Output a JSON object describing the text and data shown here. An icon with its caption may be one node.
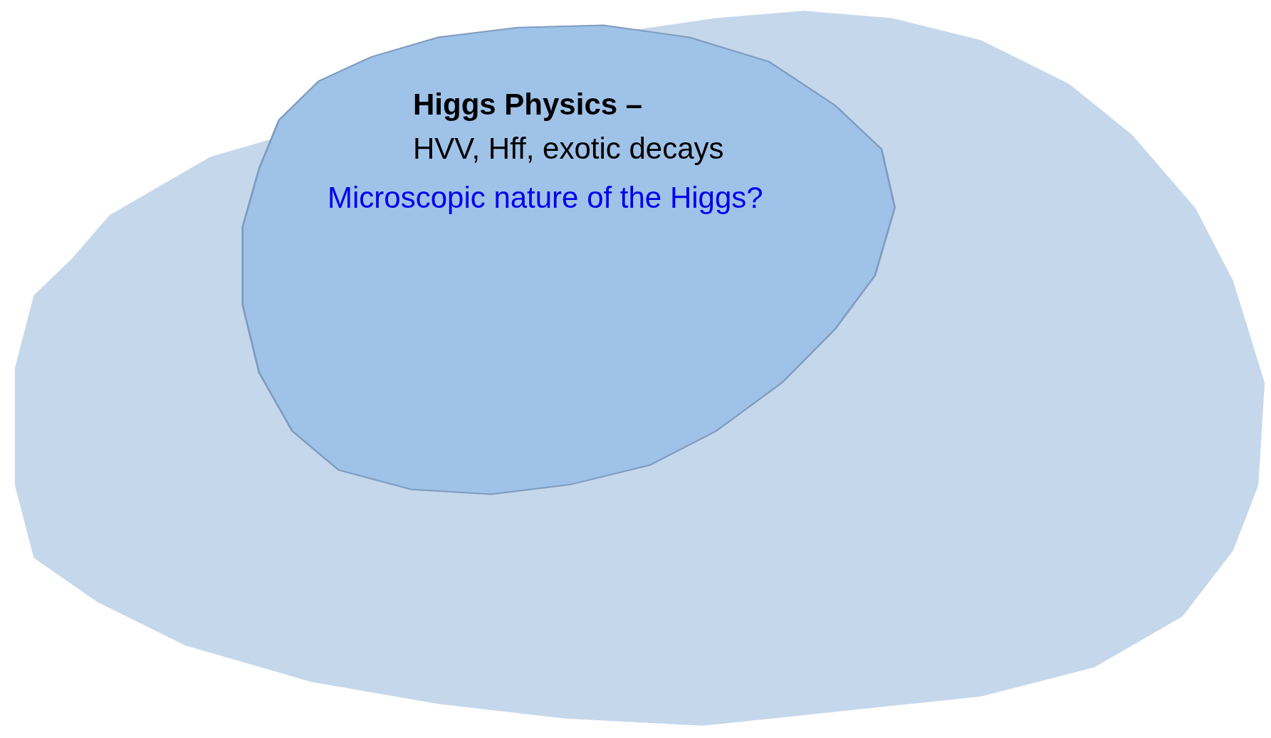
{
  "diagram": {
    "nodes": [
      {
        "text": [],
        "shape": "blob"
      },
      {
        "text": [
          "Higgs Physics –",
          "HVV, Hff, exotic decays",
          "Microscopic nature of the Higgs?"
        ],
        "in": 0
      }
    ]
  }
}
